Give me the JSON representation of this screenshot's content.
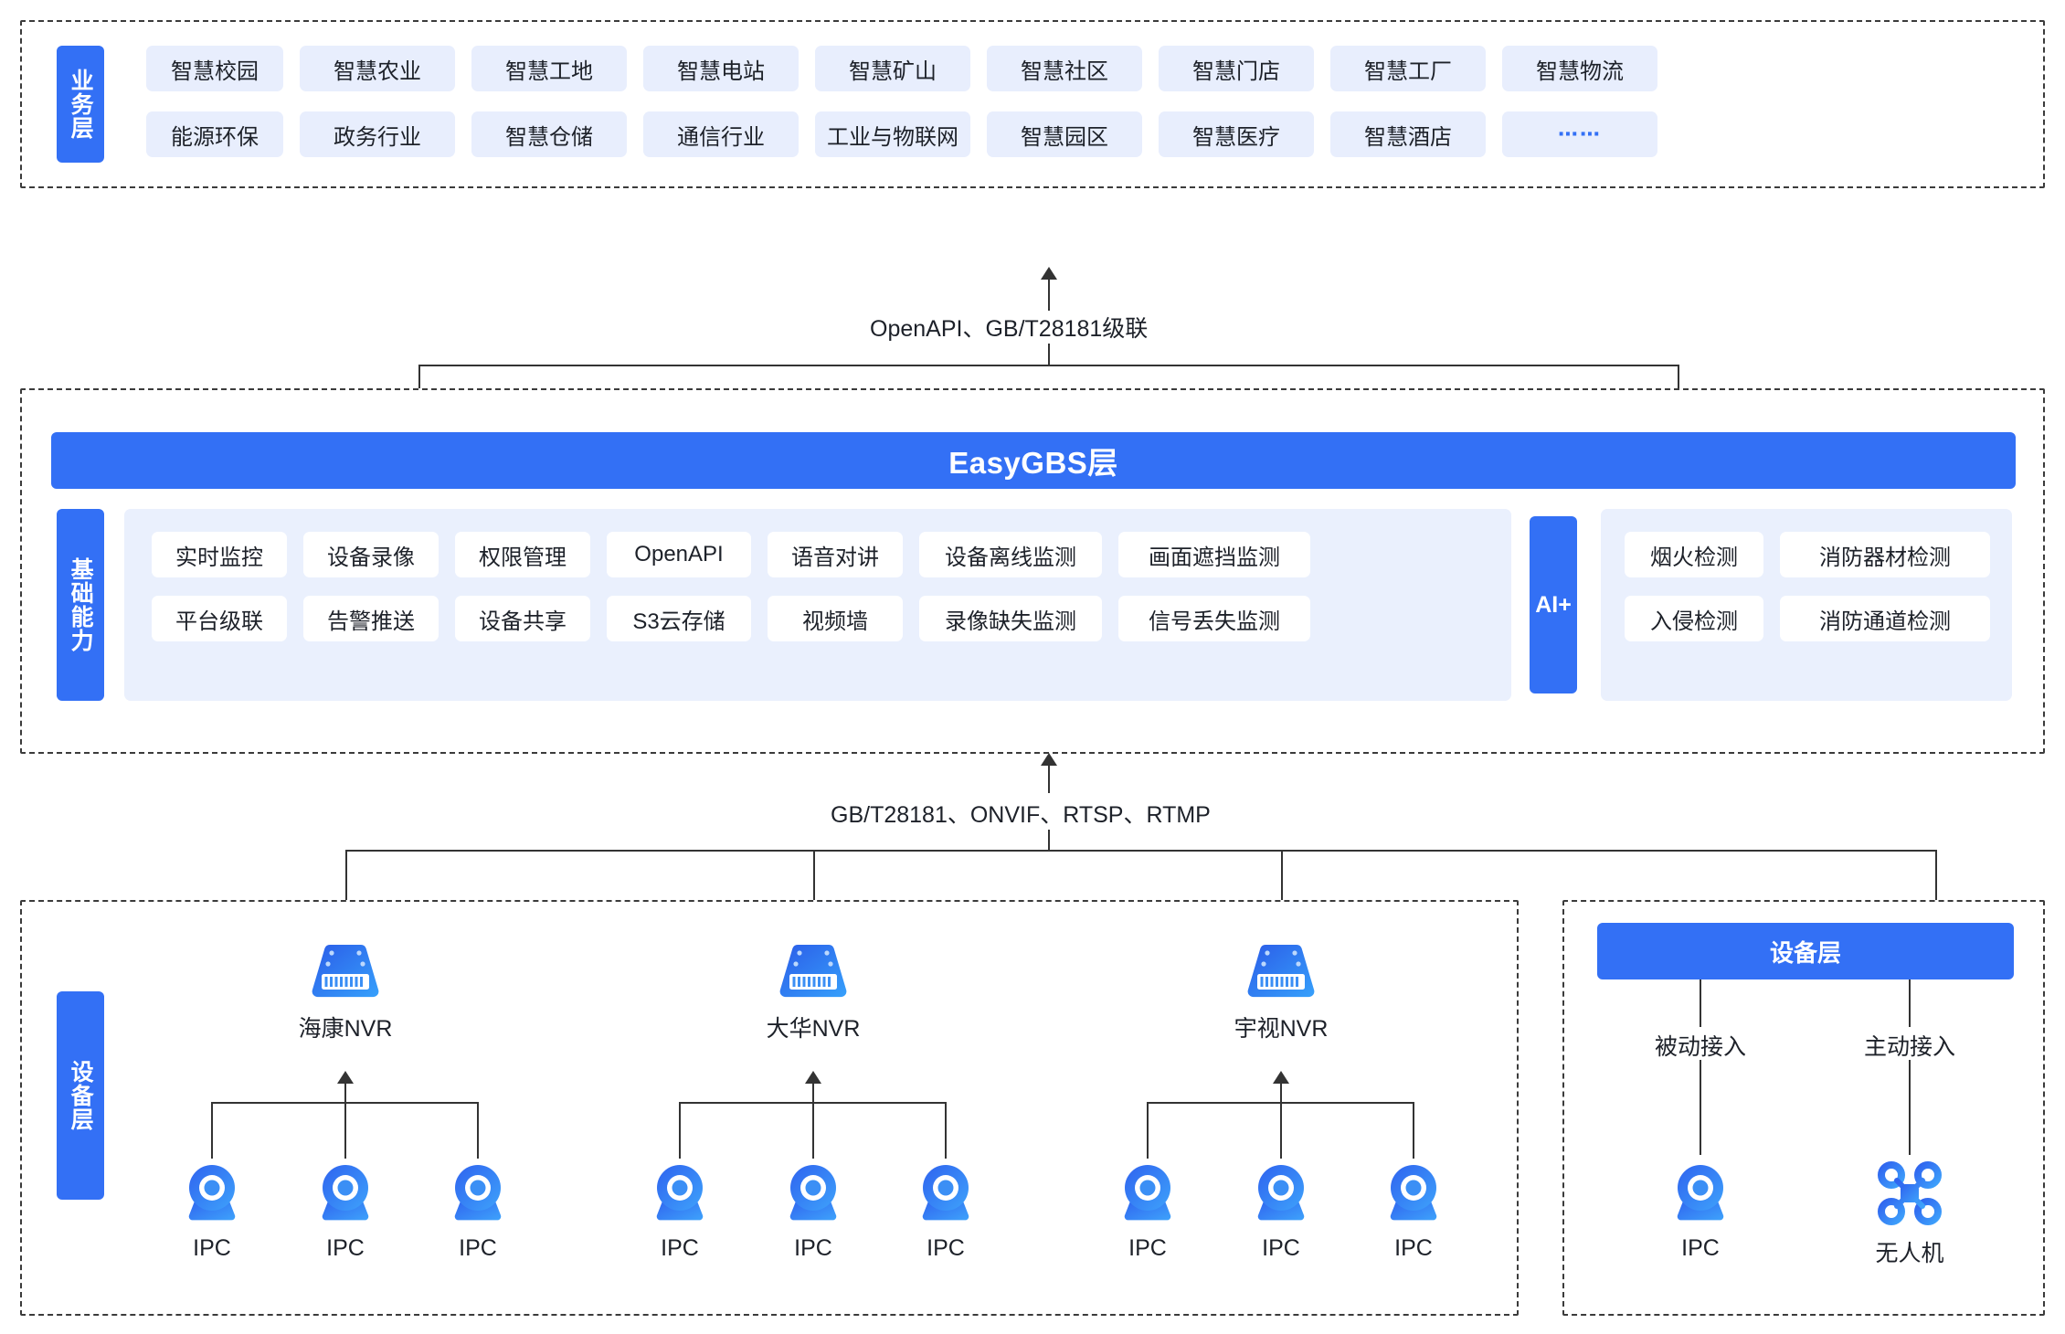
{
  "business_layer": {
    "side_label": "业务层",
    "rows": [
      [
        "智慧校园",
        "智慧农业",
        "智慧工地",
        "智慧电站",
        "智慧矿山",
        "智慧社区",
        "智慧门店",
        "智慧工厂",
        "智慧物流"
      ],
      [
        "能源环保",
        "政务行业",
        "智慧仓储",
        "通信行业",
        "工业与物联网",
        "智慧园区",
        "智慧医疗",
        "智慧酒店",
        "⋯⋯"
      ]
    ]
  },
  "connector_top": {
    "label": "OpenAPI、GB/T28181级联"
  },
  "platform_layer": {
    "gbs_title": "EasyGBS层",
    "side_label": "基础能力",
    "capability_rows": [
      [
        "实时监控",
        "设备录像",
        "权限管理",
        "OpenAPI",
        "语音对讲",
        "设备离线监测",
        "画面遮挡监测"
      ],
      [
        "平台级联",
        "告警推送",
        "设备共享",
        "S3云存储",
        "视频墙",
        "录像缺失监测",
        "信号丢失监测"
      ]
    ],
    "ai_tab": "AI+",
    "ai_rows": [
      [
        "烟火检测",
        "消防器材检测"
      ],
      [
        "入侵检测",
        "消防通道检测"
      ]
    ]
  },
  "connector_bottom": {
    "label": "GB/T28181、ONVIF、RTSP、RTMP"
  },
  "device_layer_left": {
    "side_label": "设备层",
    "nvr_groups": [
      {
        "nvr_label": "海康NVR",
        "icon": "nvr-icon",
        "children": [
          "IPC",
          "IPC",
          "IPC"
        ]
      },
      {
        "nvr_label": "大华NVR",
        "icon": "nvr-icon",
        "children": [
          "IPC",
          "IPC",
          "IPC"
        ]
      },
      {
        "nvr_label": "宇视NVR",
        "icon": "nvr-icon",
        "children": [
          "IPC",
          "IPC",
          "IPC"
        ]
      }
    ]
  },
  "device_layer_right": {
    "title": "设备层",
    "branches": [
      {
        "access_label": "被动接入",
        "node_label": "IPC",
        "icon": "ipc-camera-icon"
      },
      {
        "access_label": "主动接入",
        "node_label": "无人机",
        "icon": "drone-icon"
      }
    ]
  },
  "colors": {
    "brand_blue": "#3370f5",
    "chip_bg": "#e8eefd",
    "panel_bg": "#eaf0fd",
    "line": "#333333",
    "text": "#1d2129"
  }
}
